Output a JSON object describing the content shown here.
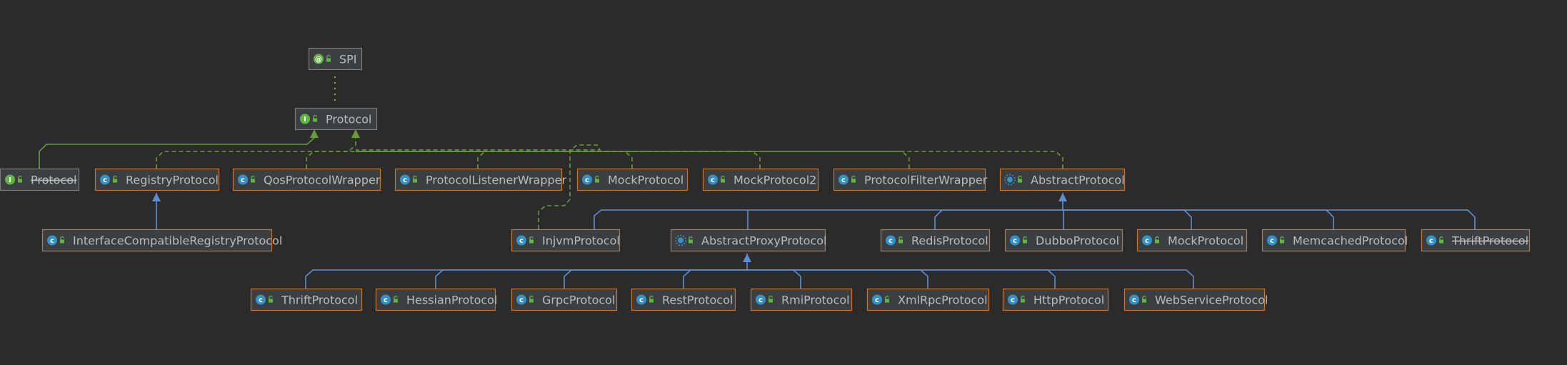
{
  "colors": {
    "background": "#2b2b2b",
    "node_fill": "#3c3f41",
    "class_border": "#c7742e",
    "interface_border": "#7a7a7a",
    "text": "#bbbbbb",
    "implements_edge": "#6a9a3c",
    "extends_edge": "#5f8dd3",
    "annotation_edge": "#9ab23a",
    "class_icon": "#3592c4",
    "interface_icon": "#62b543",
    "annotation_icon": "#62b543"
  },
  "nodes": [
    {
      "id": "spi",
      "label": "SPI",
      "kind": "annotation",
      "icon_name": "annotation-icon"
    },
    {
      "id": "protocol",
      "label": "Protocol",
      "kind": "interface",
      "icon_name": "interface-icon"
    },
    {
      "id": "protocol_deprecated",
      "label": "Protocol",
      "kind": "interface",
      "deprecated": true,
      "icon_name": "interface-icon"
    },
    {
      "id": "registry",
      "label": "RegistryProtocol",
      "kind": "class",
      "icon_name": "class-icon"
    },
    {
      "id": "qos",
      "label": "QosProtocolWrapper",
      "kind": "class",
      "icon_name": "class-icon"
    },
    {
      "id": "listener",
      "label": "ProtocolListenerWrapper",
      "kind": "class",
      "icon_name": "class-icon"
    },
    {
      "id": "mock1",
      "label": "MockProtocol",
      "kind": "class",
      "icon_name": "class-icon"
    },
    {
      "id": "mock2",
      "label": "MockProtocol2",
      "kind": "class",
      "icon_name": "class-icon"
    },
    {
      "id": "filter",
      "label": "ProtocolFilterWrapper",
      "kind": "class",
      "icon_name": "class-icon"
    },
    {
      "id": "abstract",
      "label": "AbstractProtocol",
      "kind": "abstract",
      "icon_name": "abstract-class-icon"
    },
    {
      "id": "iface_compat",
      "label": "InterfaceCompatibleRegistryProtocol",
      "kind": "class",
      "icon_name": "class-icon"
    },
    {
      "id": "injvm",
      "label": "InjvmProtocol",
      "kind": "class",
      "icon_name": "class-icon"
    },
    {
      "id": "abstract_proxy",
      "label": "AbstractProxyProtocol",
      "kind": "abstract",
      "icon_name": "abstract-class-icon"
    },
    {
      "id": "redis",
      "label": "RedisProtocol",
      "kind": "class",
      "icon_name": "class-icon"
    },
    {
      "id": "dubbo",
      "label": "DubboProtocol",
      "kind": "class",
      "icon_name": "class-icon"
    },
    {
      "id": "mock3",
      "label": "MockProtocol",
      "kind": "class",
      "icon_name": "class-icon"
    },
    {
      "id": "memcached",
      "label": "MemcachedProtocol",
      "kind": "class",
      "icon_name": "class-icon"
    },
    {
      "id": "thrift_deprecated",
      "label": "ThriftProtocol",
      "kind": "class",
      "deprecated": true,
      "icon_name": "class-icon"
    },
    {
      "id": "thrift",
      "label": "ThriftProtocol",
      "kind": "class",
      "icon_name": "class-icon"
    },
    {
      "id": "hessian",
      "label": "HessianProtocol",
      "kind": "class",
      "icon_name": "class-icon"
    },
    {
      "id": "grpc",
      "label": "GrpcProtocol",
      "kind": "class",
      "icon_name": "class-icon"
    },
    {
      "id": "rest",
      "label": "RestProtocol",
      "kind": "class",
      "icon_name": "class-icon"
    },
    {
      "id": "rmi",
      "label": "RmiProtocol",
      "kind": "class",
      "icon_name": "class-icon"
    },
    {
      "id": "xmlrpc",
      "label": "XmlRpcProtocol",
      "kind": "class",
      "icon_name": "class-icon"
    },
    {
      "id": "http",
      "label": "HttpProtocol",
      "kind": "class",
      "icon_name": "class-icon"
    },
    {
      "id": "webservice",
      "label": "WebServiceProtocol",
      "kind": "class",
      "icon_name": "class-icon"
    }
  ],
  "edges": [
    {
      "from": "protocol",
      "to": "spi",
      "type": "annotation"
    },
    {
      "from": "protocol_deprecated",
      "to": "protocol",
      "type": "extends-interface"
    },
    {
      "from": "registry",
      "to": "protocol",
      "type": "implements"
    },
    {
      "from": "qos",
      "to": "protocol",
      "type": "implements"
    },
    {
      "from": "listener",
      "to": "protocol",
      "type": "implements"
    },
    {
      "from": "mock1",
      "to": "protocol",
      "type": "implements"
    },
    {
      "from": "mock2",
      "to": "protocol",
      "type": "implements"
    },
    {
      "from": "filter",
      "to": "protocol",
      "type": "implements"
    },
    {
      "from": "abstract",
      "to": "protocol",
      "type": "implements"
    },
    {
      "from": "injvm",
      "to": "protocol",
      "type": "implements"
    },
    {
      "from": "iface_compat",
      "to": "registry",
      "type": "extends"
    },
    {
      "from": "injvm",
      "to": "abstract",
      "type": "extends"
    },
    {
      "from": "abstract_proxy",
      "to": "abstract",
      "type": "extends"
    },
    {
      "from": "redis",
      "to": "abstract",
      "type": "extends"
    },
    {
      "from": "dubbo",
      "to": "abstract",
      "type": "extends"
    },
    {
      "from": "mock3",
      "to": "abstract",
      "type": "extends"
    },
    {
      "from": "memcached",
      "to": "abstract",
      "type": "extends"
    },
    {
      "from": "thrift_deprecated",
      "to": "abstract",
      "type": "extends"
    },
    {
      "from": "thrift",
      "to": "abstract_proxy",
      "type": "extends"
    },
    {
      "from": "hessian",
      "to": "abstract_proxy",
      "type": "extends"
    },
    {
      "from": "grpc",
      "to": "abstract_proxy",
      "type": "extends"
    },
    {
      "from": "rest",
      "to": "abstract_proxy",
      "type": "extends"
    },
    {
      "from": "rmi",
      "to": "abstract_proxy",
      "type": "extends"
    },
    {
      "from": "xmlrpc",
      "to": "abstract_proxy",
      "type": "extends"
    },
    {
      "from": "http",
      "to": "abstract_proxy",
      "type": "extends"
    },
    {
      "from": "webservice",
      "to": "abstract_proxy",
      "type": "extends"
    }
  ]
}
